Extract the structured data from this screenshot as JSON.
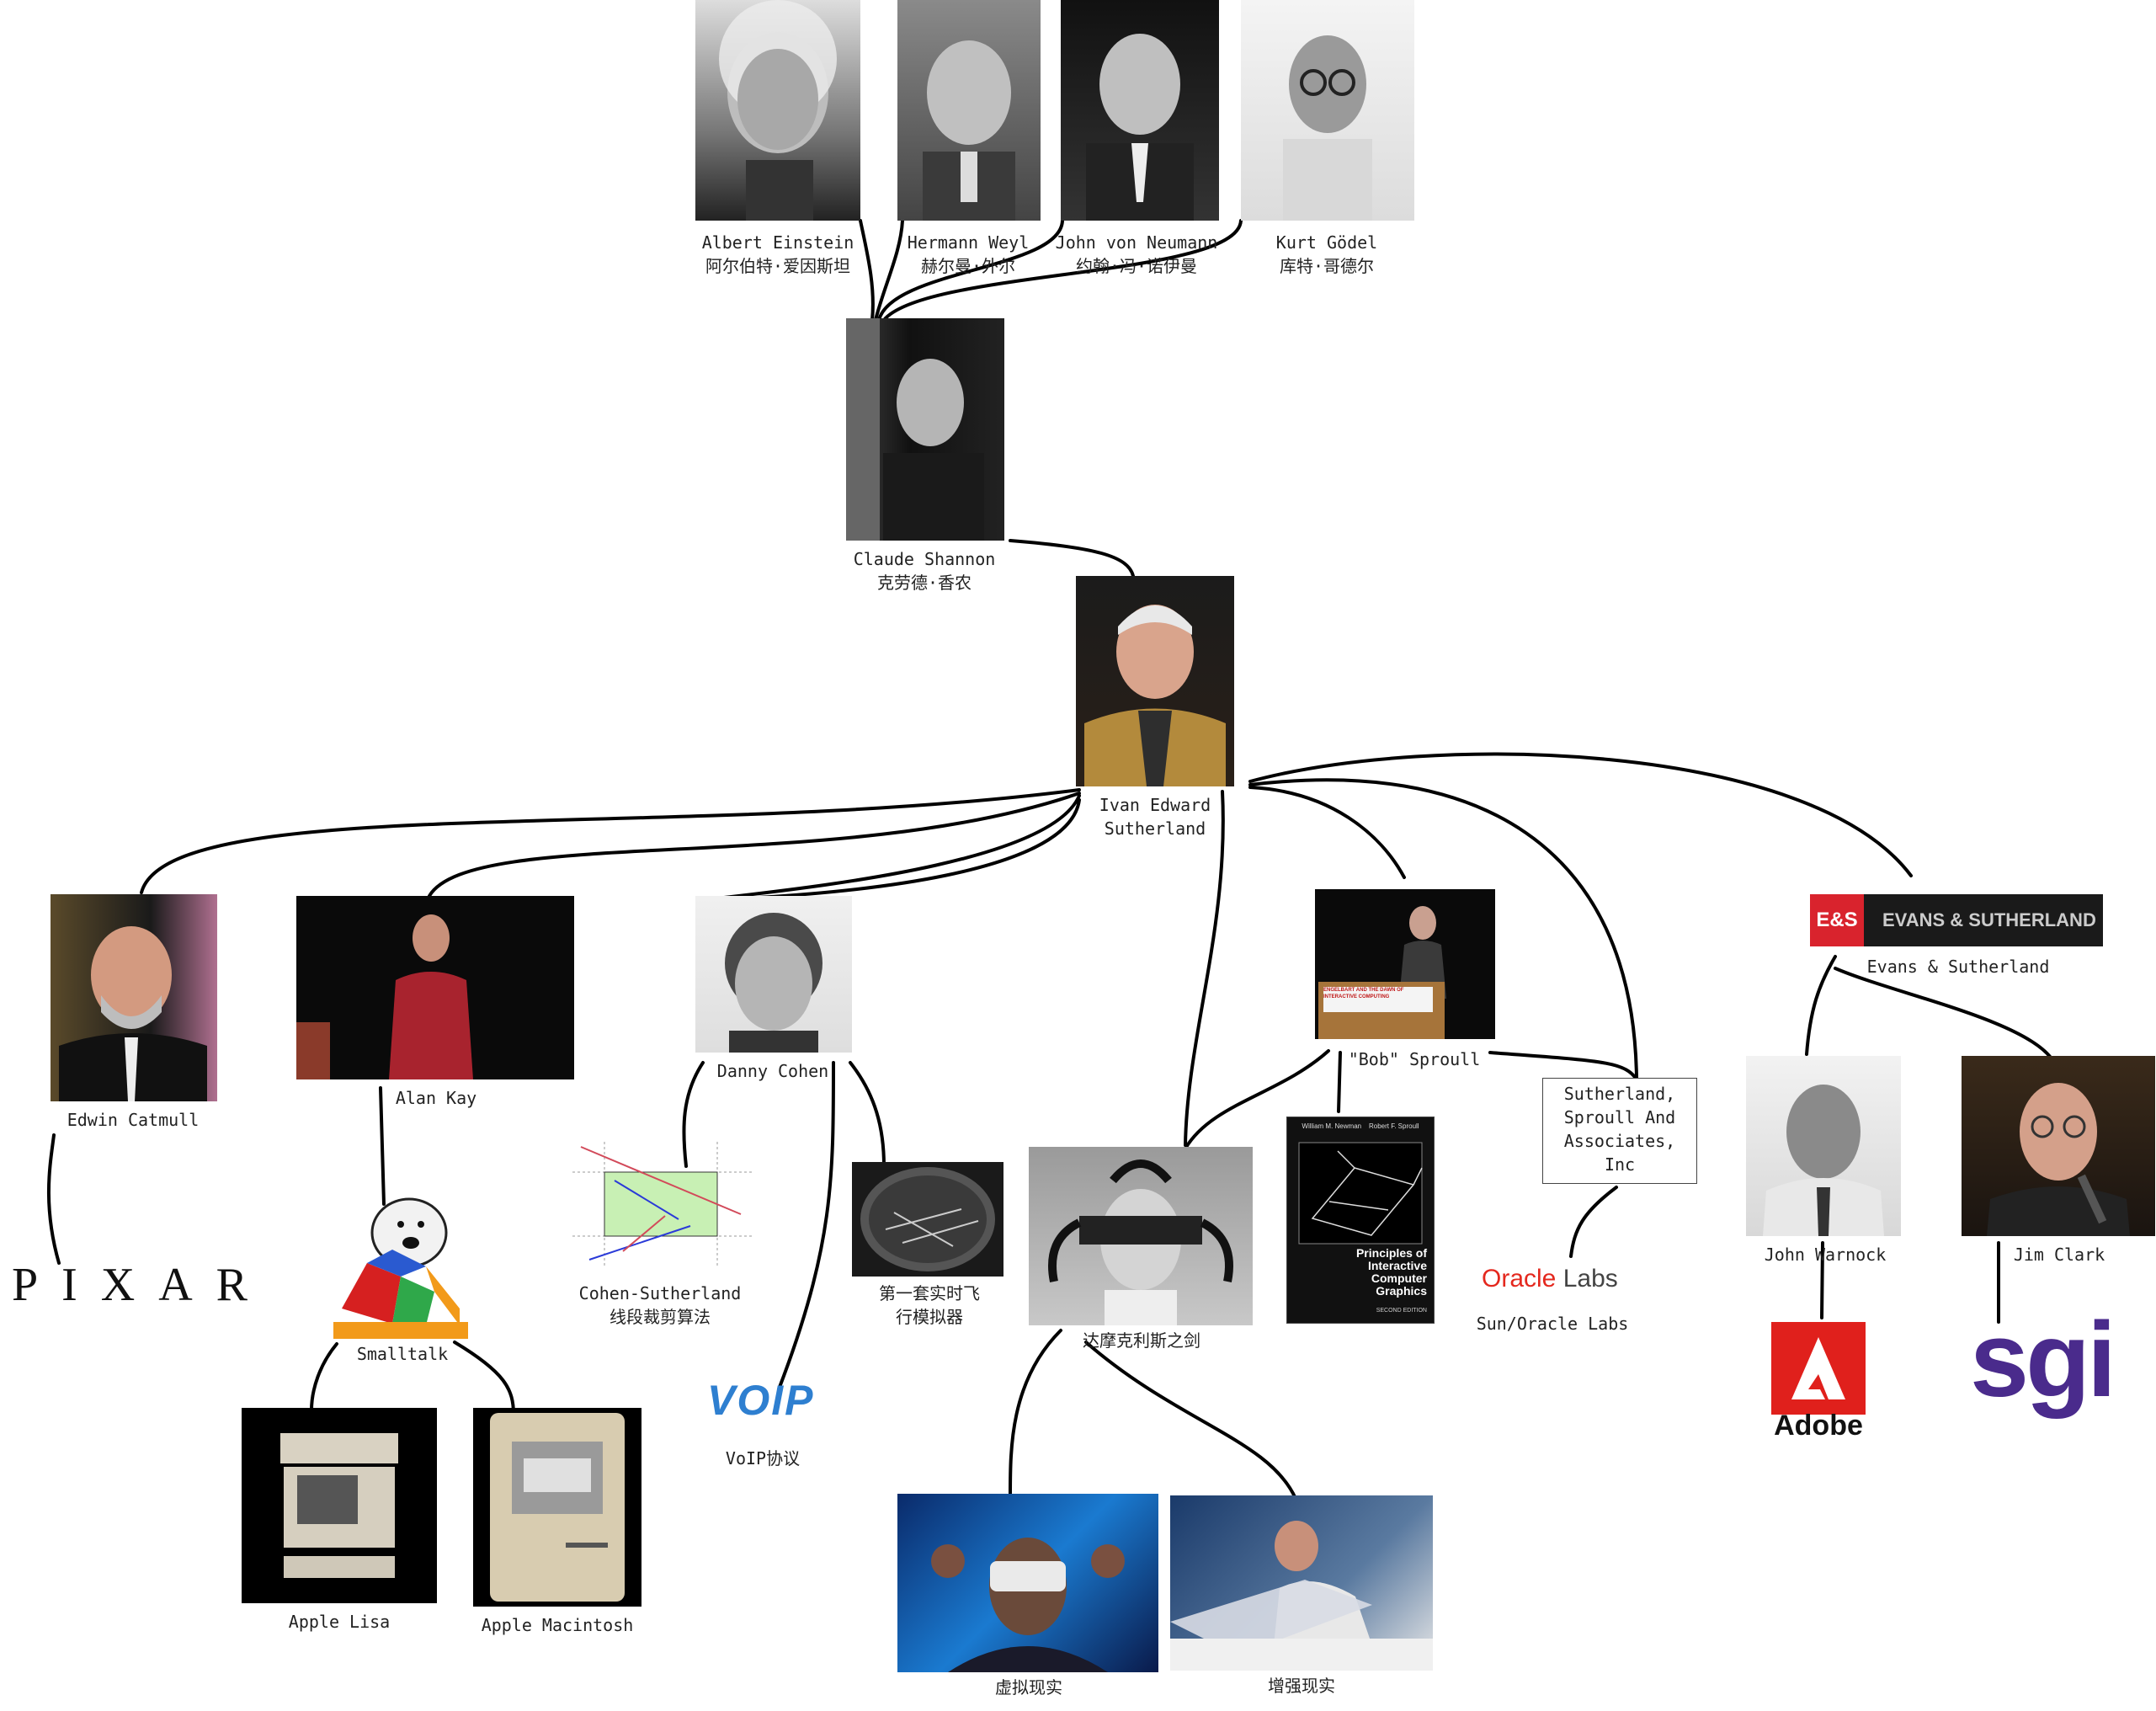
{
  "ancestors": [
    {
      "name": "Albert Einstein",
      "cn": "阿尔伯特·爱因斯坦"
    },
    {
      "name": "Hermann Weyl",
      "cn": "赫尔曼·外尔"
    },
    {
      "name": "John von Neumann",
      "cn": "约翰·冯·诺伊曼"
    },
    {
      "name": "Kurt Gödel",
      "cn": "库特·哥德尔"
    }
  ],
  "shannon": {
    "name": "Claude Shannon",
    "cn": "克劳德·香农"
  },
  "sutherland": {
    "line1": "Ivan Edward",
    "line2": "Sutherland"
  },
  "children": {
    "catmull": "Edwin Catmull",
    "kay": "Alan Kay",
    "cohen": "Danny Cohen",
    "sproull": "\"Bob\" Sproull",
    "es_company": "Evans & Sutherland",
    "warnock": "John Warnock",
    "clark": "Jim Clark"
  },
  "works": {
    "pixar": "PIXAR",
    "smalltalk": "Smalltalk",
    "lisa": "Apple Lisa",
    "macintosh": "Apple Macintosh",
    "clipping_line1": "Cohen-Sutherland",
    "clipping_line2": "线段裁剪算法",
    "flight_line1": "第一套实时飞",
    "flight_line2": "行模拟器",
    "voip_logo": "VOIP",
    "voip": "VoIP协议",
    "damocles": "达摩克利斯之剑",
    "vr": "虚拟现实",
    "ar": "增强现实",
    "book_authors": "William M. Newman    Robert F. Sproull",
    "book_title": "Principles of Interactive Computer Graphics",
    "book_edition": "SECOND EDITION",
    "ssa": [
      "Sutherland,",
      "Sproull And",
      "Associates,",
      "Inc"
    ],
    "oracle_logo_1": "Oracle",
    "oracle_logo_2": " Labs",
    "oracle_caption": "Sun/Oracle Labs",
    "es_logo_left": "E&S",
    "es_logo_right": "EVANS & SUTHERLAND",
    "adobe": "Adobe",
    "sgi": "sgi",
    "podium_banner": "ENGELBART AND THE DAWN OF INTERACTIVE COMPUTING"
  },
  "colors": {
    "oracle_red": "#e4281e",
    "es_red": "#d9232d",
    "adobe_red": "#e0201c",
    "sgi_purple": "#4a2b8c",
    "clip_fill": "#c8f0b4"
  }
}
